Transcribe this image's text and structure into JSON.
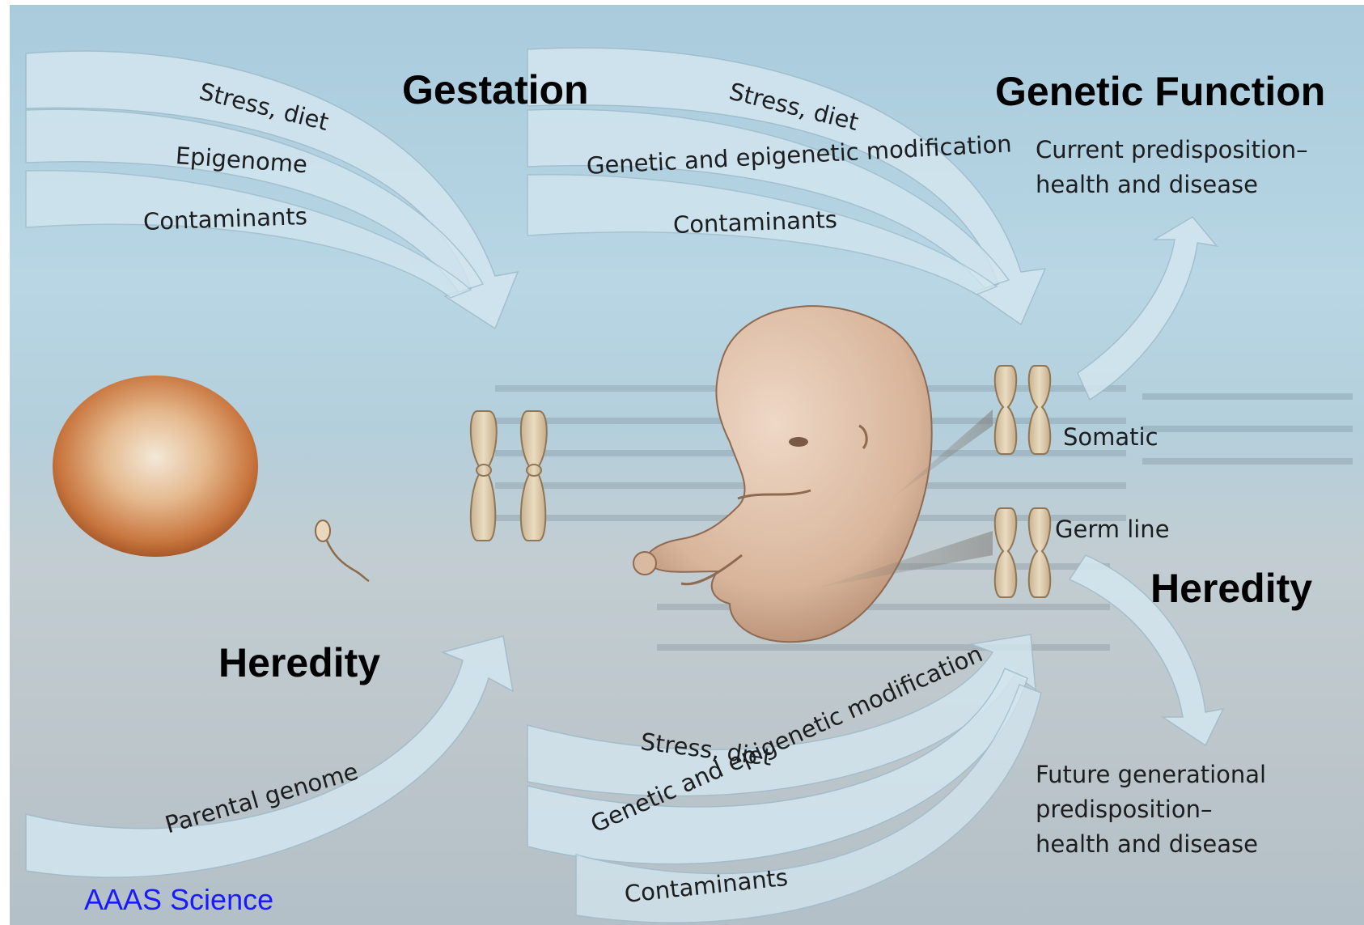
{
  "headings": {
    "gestation": "Gestation",
    "genetic_function": "Genetic Function",
    "heredity_left": "Heredity",
    "heredity_right": "Heredity"
  },
  "arrows_top_left": {
    "stress_diet": "Stress, diet",
    "epigenome": "Epigenome",
    "contaminants": "Contaminants"
  },
  "arrows_top_middle": {
    "stress_diet": "Stress, diet",
    "genetic_epigenetic": "Genetic and epigenetic modification",
    "contaminants": "Contaminants"
  },
  "arrow_bottom_left": {
    "parental_genome": "Parental genome"
  },
  "arrows_bottom_middle": {
    "stress_diet": "Stress, diet",
    "genetic_epigenetic": "Genetic and epigenetic modification",
    "contaminants": "Contaminants"
  },
  "outcomes": {
    "current": "Current predisposition–\nhealth and disease",
    "future": "Future generational\npredisposition–\nhealth and disease"
  },
  "chromosomes": {
    "somatic": "Somatic",
    "germ_line": "Germ line"
  },
  "credit": "AAAS Science",
  "colors": {
    "arrow_fill": "#d3e6ef",
    "chromosome": "#dccaa9",
    "egg": "#d28a5a",
    "embryo": "#d9b9a0",
    "heading": "#000000",
    "credit": "#1a1aff"
  }
}
